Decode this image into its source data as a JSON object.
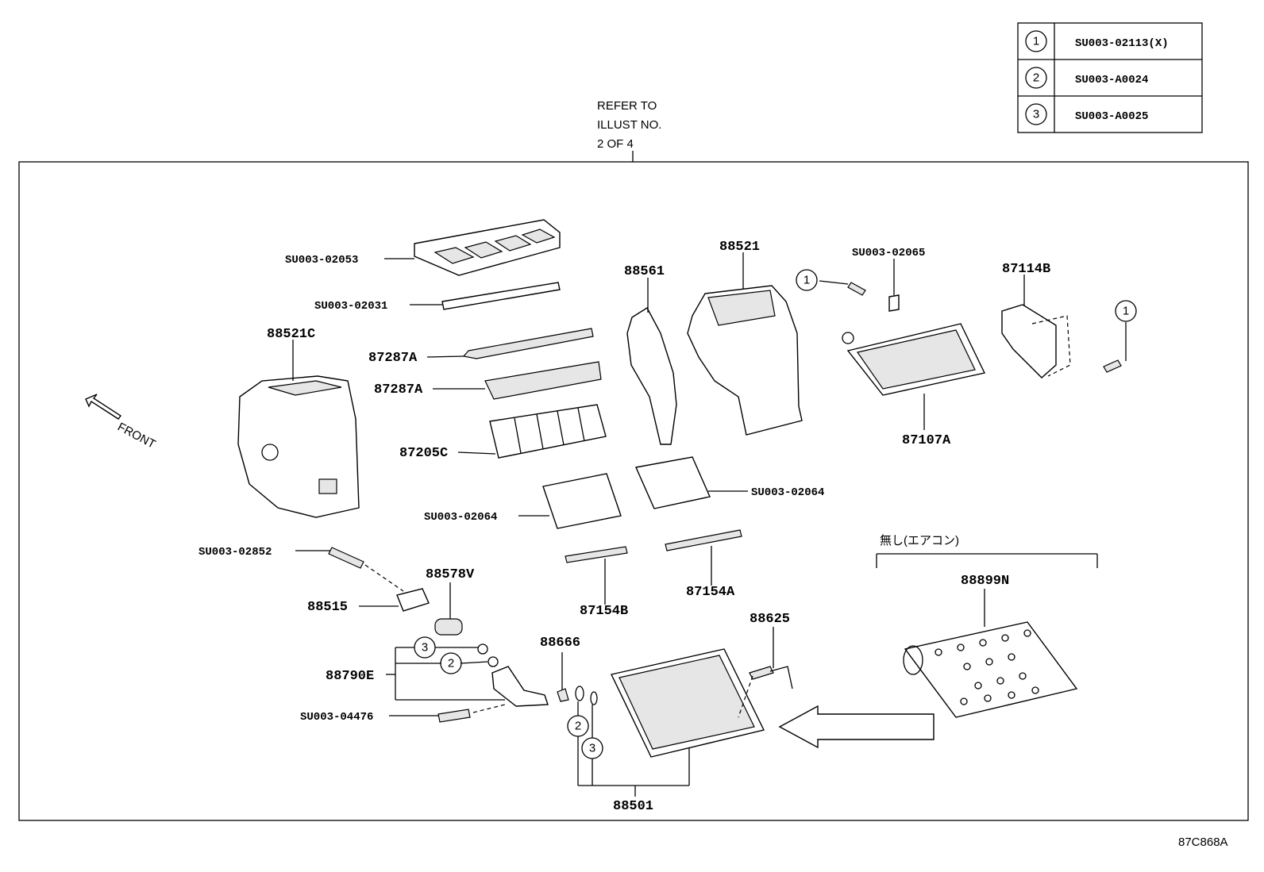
{
  "legend": {
    "rows": [
      {
        "num": "1",
        "code": "SU003-02113(X)"
      },
      {
        "num": "2",
        "code": "SU003-A0024"
      },
      {
        "num": "3",
        "code": "SU003-A0025"
      }
    ]
  },
  "refer_note": [
    "REFER TO",
    "ILLUST NO.",
    "2 OF 4"
  ],
  "front_label": "FRONT",
  "variant_note": "無し(エアコン)",
  "figure_id": "87C868A",
  "callout_numbers": {
    "one": "1",
    "two": "2",
    "three": "3"
  },
  "parts": {
    "p_su02053": "SU003-02053",
    "p_su02031": "SU003-02031",
    "p_88521c": "88521C",
    "p_87287a_1": "87287A",
    "p_87287a_2": "87287A",
    "p_87205c": "87205C",
    "p_88561": "88561",
    "p_88521": "88521",
    "p_su02065": "SU003-02065",
    "p_87114b": "87114B",
    "p_87107a": "87107A",
    "p_su02064_left": "SU003-02064",
    "p_su02064_right": "SU003-02064",
    "p_su02852": "SU003-02852",
    "p_88578v": "88578V",
    "p_88515": "88515",
    "p_87154b": "87154B",
    "p_87154a": "87154A",
    "p_88899n": "88899N",
    "p_88625": "88625",
    "p_88666": "88666",
    "p_88790e": "88790E",
    "p_su04476": "SU003-04476",
    "p_88501": "88501"
  }
}
